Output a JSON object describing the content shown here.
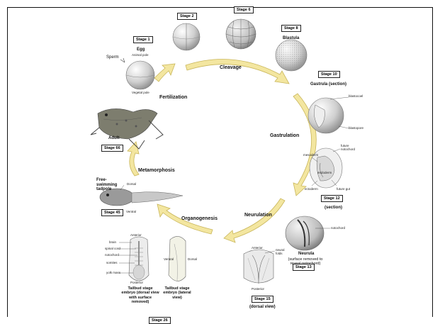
{
  "stages": {
    "s1": "Stage 1",
    "s2": "Stage 2",
    "s6": "Stage 6",
    "s8": "Stage 8",
    "s10": "Stage 10",
    "s12": "Stage 12",
    "s12_sub": "(section)",
    "s13": "Stage 13",
    "s15": "Stage 15",
    "s15_sub": "(dorsal view)",
    "s26": "Stage 26",
    "s45": "Stage 45",
    "s66": "Stage 66"
  },
  "processes": {
    "cleavage": "Cleavage",
    "gastrulation": "Gastrulation",
    "neurulation": "Neurulation",
    "organogenesis": "Organogenesis",
    "metamorphosis": "Metamorphosis",
    "fertilization": "Fertilization"
  },
  "labels": {
    "egg": "Egg",
    "animal_pole": "Animal pole",
    "vegetal_pole": "Vegetal pole",
    "sperm": "Sperm",
    "blastula": "Blastula",
    "gastrula": "Gastrula (section)",
    "blastocoel": "blastocoel",
    "blastopore": "blastopore",
    "mesoderm": "mesoderm",
    "future_notochord": "future notochord",
    "endoderm": "endoderm",
    "ectoderm": "ectoderm",
    "future_gut": "future gut",
    "notochord": "notochord",
    "neurula": "Neurula",
    "neurula_sub": "(surface removed to reveal notochord)",
    "anterior": "Anterior",
    "posterior": "Posterior",
    "neural_folds": "neural folds",
    "brain": "brain",
    "spinal_cord": "spinal cord",
    "notochord2": "notochord",
    "somites": "somites",
    "yolk_mass": "yolk mass",
    "ventral": "Ventral",
    "dorsal": "Dorsal",
    "tailbud1": "Tailbud stage embryo (dorsal view with surface removed)",
    "tailbud2": "Tailbud stage embryo (lateral view)",
    "tadpole": "Free-swimming tadpole",
    "tadpole_dorsal": "Dorsal",
    "tadpole_ventral": "Ventral",
    "adult": "Adult"
  },
  "colors": {
    "arrow": "#f3e6a0",
    "arrow_stroke": "#c9b65a",
    "sphere": "#d9d9d9"
  }
}
